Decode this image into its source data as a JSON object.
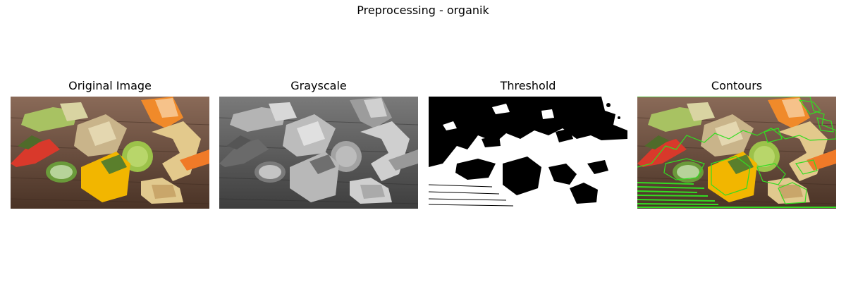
{
  "figure": {
    "title": "Preprocessing - organik"
  },
  "panels": [
    {
      "title": "Original Image",
      "kind": "color"
    },
    {
      "title": "Grayscale",
      "kind": "grayscale"
    },
    {
      "title": "Threshold",
      "kind": "binary"
    },
    {
      "title": "Contours",
      "kind": "contours"
    }
  ],
  "colors": {
    "background": "#ffffff",
    "contour": "#33dd22",
    "wood": "#6b4a36",
    "pepper_yellow": "#f2b600",
    "pepper_red": "#d9392b",
    "pepper_orange": "#f08a2a",
    "lime": "#9cc24a",
    "cucumber": "#6a9a3a"
  }
}
